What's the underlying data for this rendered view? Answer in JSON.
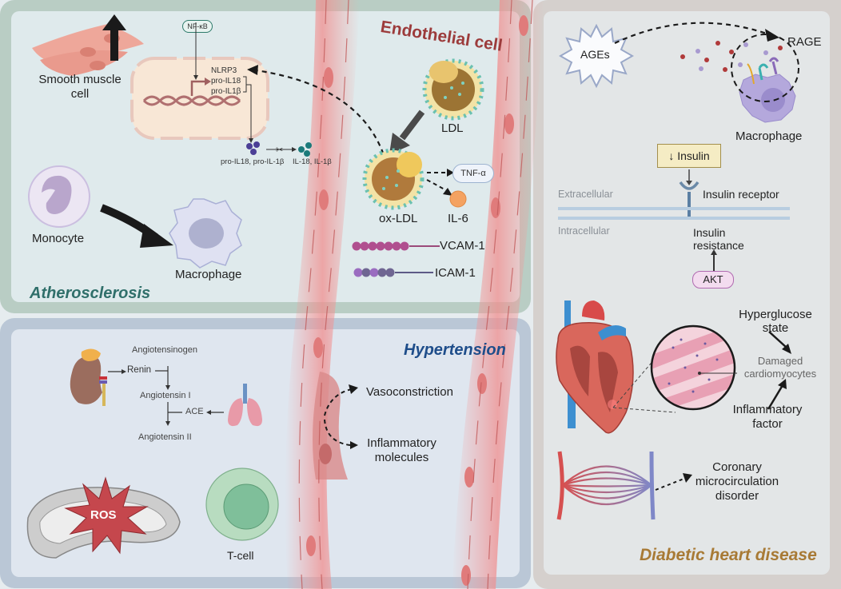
{
  "panels": {
    "atherosclerosis": {
      "title": "Atherosclerosis",
      "smooth_muscle_label": "Smooth muscle cell",
      "smooth_muscle_line1": "Smooth muscle",
      "smooth_muscle_line2": "cell",
      "nfkb_label": "NF-κB",
      "nucleus_genes": [
        "NLRP3",
        "pro-IL18",
        "pro-IL1β"
      ],
      "cleavage_input_label": "pro-IL18, pro-IL-1β",
      "cleavage_output_label": "IL-18, IL-1β",
      "monocyte_label": "Monocyte",
      "macrophage_label": "Macrophage",
      "endothelial_label": "Endothelial cell",
      "ldl_label": "LDL",
      "oxldl_label": "ox-LDL",
      "tnf_label": "TNF-α",
      "il6_label": "IL-6",
      "vcam_label": "VCAM-1",
      "icam_label": "ICAM-1"
    },
    "hypertension": {
      "title": "Hypertension",
      "angiotensinogen": "Angiotensinogen",
      "renin": "Renin",
      "angiotensin1": "Angiotensin I",
      "ace": "ACE",
      "angiotensin2": "Angiotensin II",
      "ros_label": "ROS",
      "tcell_label": "T-cell",
      "vasoconstriction": "Vasoconstriction",
      "inflammatory_line1": "Inflammatory",
      "inflammatory_line2": "molecules"
    },
    "diabetic": {
      "title": "Diabetic heart disease",
      "ages_label": "AGEs",
      "rage_label": "RAGE",
      "macrophage_label": "Macrophage",
      "insulin_label": "↓ Insulin",
      "extracellular": "Extracellular",
      "intracellular": "Intracellular",
      "receptor_label": "Insulin receptor",
      "resistance_line1": "Insulin",
      "resistance_line2": "resistance",
      "akt_label": "AKT",
      "hyperglucose_line1": "Hyperglucose",
      "hyperglucose_line2": "state",
      "damaged_line1": "Damaged",
      "damaged_line2": "cardiomyocytes",
      "inflammatory_line1": "Inflammatory",
      "inflammatory_line2": "factor",
      "coronary_line1": "Coronary",
      "coronary_line2": "microcirculation",
      "coronary_line3": "disorder"
    }
  },
  "colors": {
    "atherosclerosis_title": "#2f6f6a",
    "hypertension_title": "#1e4d8a",
    "diabetic_title": "#a87a35",
    "endothelial_title": "#9c3b3b",
    "vessel": "#f2a3a3"
  }
}
